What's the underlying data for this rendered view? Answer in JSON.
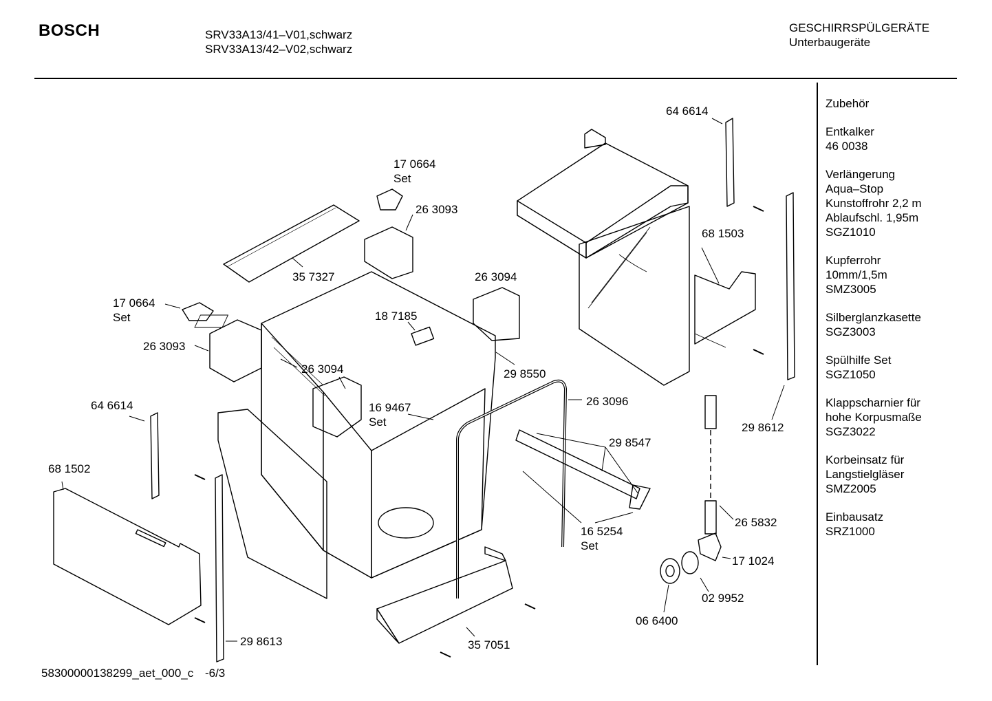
{
  "header": {
    "brand": "BOSCH",
    "models": [
      "SRV33A13/41–V01,schwarz",
      "SRV33A13/42–V02,schwarz"
    ],
    "category": "GESCHIRRSPÜLGERÄTE",
    "subcategory": "Unterbaugeräte"
  },
  "sidebar": {
    "entries": [
      {
        "lines": [
          "Zubehör"
        ]
      },
      {
        "lines": [
          "Entkalker",
          "46 0038"
        ]
      },
      {
        "lines": [
          "Verlängerung",
          "Aqua–Stop",
          "Kunstoffrohr 2,2 m",
          "Ablaufschl. 1,95m",
          "SGZ1010"
        ]
      },
      {
        "lines": [
          "Kupferrohr",
          "10mm/1,5m",
          "SMZ3005"
        ]
      },
      {
        "lines": [
          "Silberglanzkasette",
          "SGZ3003"
        ]
      },
      {
        "lines": [
          "Spülhilfe Set",
          "SGZ1050"
        ]
      },
      {
        "lines": [
          "Klappscharnier für",
          "hohe Korpusmaße",
          "SGZ3022"
        ]
      },
      {
        "lines": [
          "Korbeinsatz für",
          "Langstielgläser",
          "SMZ2005"
        ]
      },
      {
        "lines": [
          "Einbausatz",
          "SRZ1000"
        ]
      }
    ]
  },
  "parts": [
    {
      "num": "64 6614",
      "sub": ""
    },
    {
      "num": "17 0664",
      "sub": "Set"
    },
    {
      "num": "26 3093",
      "sub": ""
    },
    {
      "num": "68 1503",
      "sub": ""
    },
    {
      "num": "35 7327",
      "sub": ""
    },
    {
      "num": "26 3094",
      "sub": ""
    },
    {
      "num": "17 0664",
      "sub": "Set"
    },
    {
      "num": "18 7185",
      "sub": ""
    },
    {
      "num": "26 3093",
      "sub": ""
    },
    {
      "num": "26 3094",
      "sub": ""
    },
    {
      "num": "29 8550",
      "sub": ""
    },
    {
      "num": "16 9467",
      "sub": "Set"
    },
    {
      "num": "26 3096",
      "sub": ""
    },
    {
      "num": "64 6614",
      "sub": ""
    },
    {
      "num": "29 8612",
      "sub": ""
    },
    {
      "num": "29 8547",
      "sub": ""
    },
    {
      "num": "68 1502",
      "sub": ""
    },
    {
      "num": "26 5832",
      "sub": ""
    },
    {
      "num": "16 5254",
      "sub": "Set"
    },
    {
      "num": "17 1024",
      "sub": ""
    },
    {
      "num": "02 9952",
      "sub": ""
    },
    {
      "num": "06 6400",
      "sub": ""
    },
    {
      "num": "29 8613",
      "sub": ""
    },
    {
      "num": "35 7051",
      "sub": ""
    }
  ],
  "footer": {
    "doc_id": "58300000138299_aet_000_c",
    "page": "-6/3"
  }
}
